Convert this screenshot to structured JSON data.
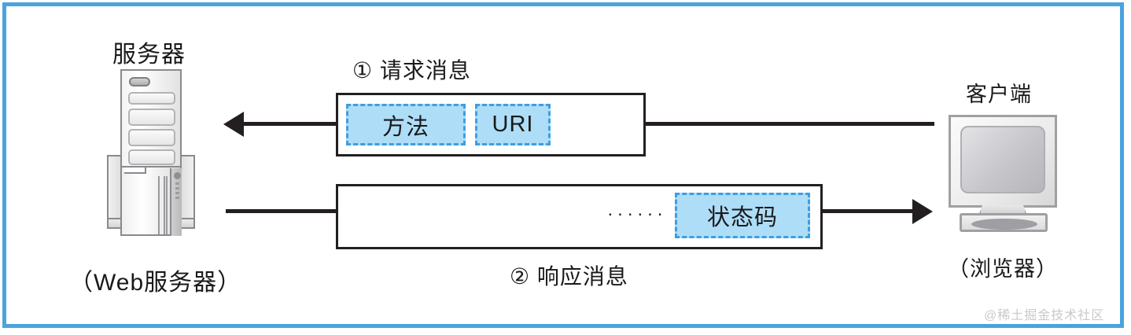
{
  "frame": {
    "border_color": "#4aa3dc",
    "background": "#ffffff"
  },
  "server": {
    "title": "服务器",
    "sublabel": "（Web服务器）",
    "icon_name": "server-tower-icon"
  },
  "client": {
    "title": "客户端",
    "sublabel": "（浏览器）",
    "icon_name": "crt-monitor-icon"
  },
  "request": {
    "title": "① 请求消息",
    "fields": [
      {
        "label": "方法",
        "name": "method"
      },
      {
        "label": "URI",
        "name": "uri"
      }
    ]
  },
  "response": {
    "title": "② 响应消息",
    "dots": "······",
    "fields": [
      {
        "label": "状态码",
        "name": "status-code"
      }
    ]
  },
  "colors": {
    "field_fill": "#aeddf7",
    "field_border": "#3d9ee0",
    "box_border": "#231f20",
    "line": "#231f20"
  },
  "watermark": "@稀土掘金技术社区"
}
